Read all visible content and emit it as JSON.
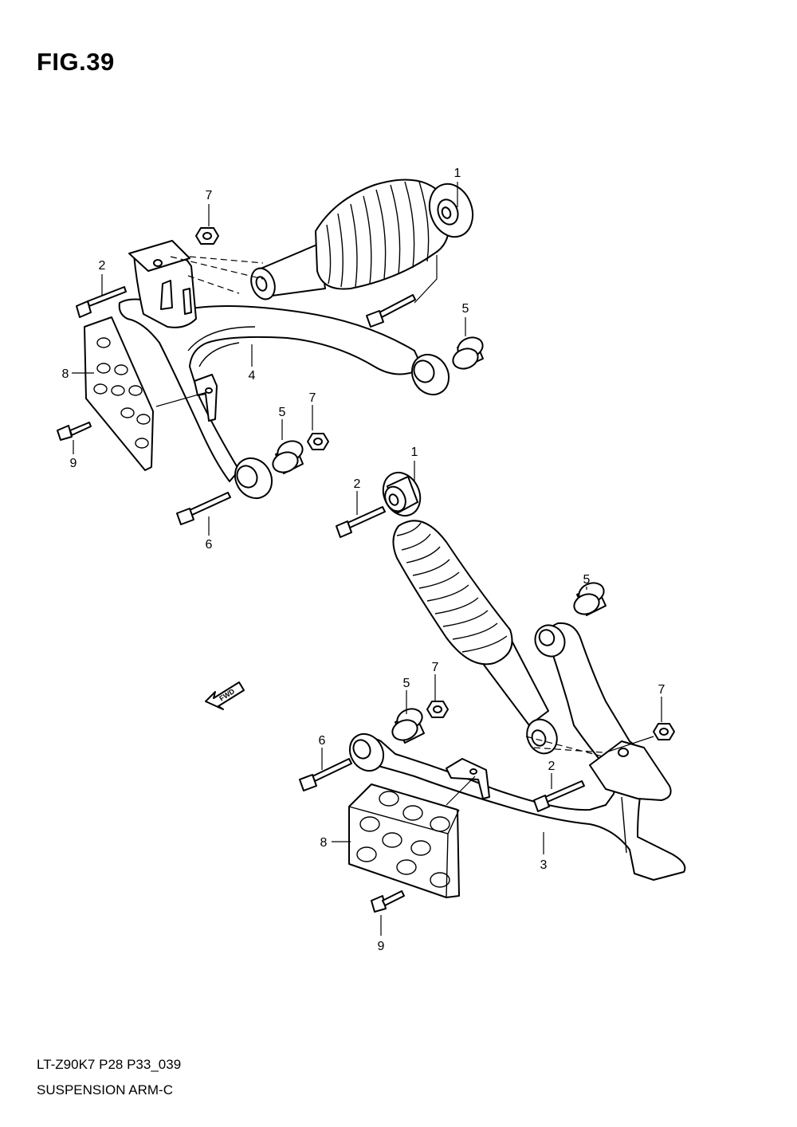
{
  "figure": {
    "title": "FIG.39",
    "model_code": "LT-Z90K7 P28 P33_039",
    "section_name": "SUSPENSION ARM-C"
  },
  "direction_indicator": {
    "label": "FWD"
  },
  "callouts": [
    {
      "id": "c1a",
      "label": "1"
    },
    {
      "id": "c7a",
      "label": "7"
    },
    {
      "id": "c2a",
      "label": "2"
    },
    {
      "id": "c5a",
      "label": "5"
    },
    {
      "id": "c8a",
      "label": "8"
    },
    {
      "id": "c4a",
      "label": "4"
    },
    {
      "id": "c9a",
      "label": "9"
    },
    {
      "id": "c5b",
      "label": "5"
    },
    {
      "id": "c7b",
      "label": "7"
    },
    {
      "id": "c6a",
      "label": "6"
    },
    {
      "id": "c1b",
      "label": "1"
    },
    {
      "id": "c2b",
      "label": "2"
    },
    {
      "id": "c5c",
      "label": "5"
    },
    {
      "id": "c5d",
      "label": "5"
    },
    {
      "id": "c7c",
      "label": "7"
    },
    {
      "id": "c7d",
      "label": "7"
    },
    {
      "id": "c6b",
      "label": "6"
    },
    {
      "id": "c2c",
      "label": "2"
    },
    {
      "id": "c8b",
      "label": "8"
    },
    {
      "id": "c3a",
      "label": "3"
    },
    {
      "id": "c9b",
      "label": "9"
    }
  ]
}
